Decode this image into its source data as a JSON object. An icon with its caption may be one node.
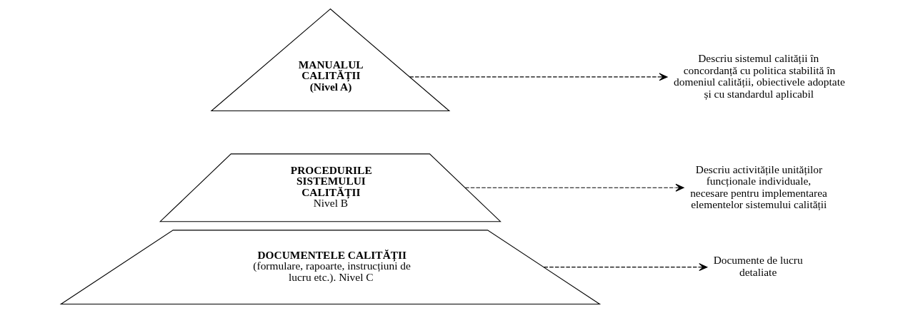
{
  "diagram": {
    "nodes": [
      {
        "text": [
          "MANUALUL CALITĂȚII (Nivel A)"
        ]
      },
      {
        "text": [
          "**PROCEDURILE SISTEMULUI CALITĂȚII** Nivel B"
        ]
      },
      {
        "text": [
          "DOCUMENTELE CALITĂȚII",
          "(formulare, rapoarte, instrucțiuni de lucru etc.). Nivel C"
        ]
      },
      {
        "text": [
          "Descriu sistemul calității în concordanță cu politica stabilită în domeniul calității, obiectivele adoptate și cu standardul aplicabil"
        ]
      },
      {
        "text": [
          "Descriu activitățile unităților funcționale individuale, necesare pentru implementarea elementelor sistemului calității"
        ]
      },
      {
        "text": [
          "Documente de lucru detaliate"
        ]
      }
    ],
    "edges": [
      {
        "from": 0,
        "to": 3,
        "arrow": "to",
        "style": "dashed"
      },
      {
        "from": 1,
        "to": 4,
        "arrow": "to",
        "style": "dashed"
      },
      {
        "from": 2,
        "to": 5,
        "arrow": "to",
        "style": "dashed"
      }
    ]
  }
}
